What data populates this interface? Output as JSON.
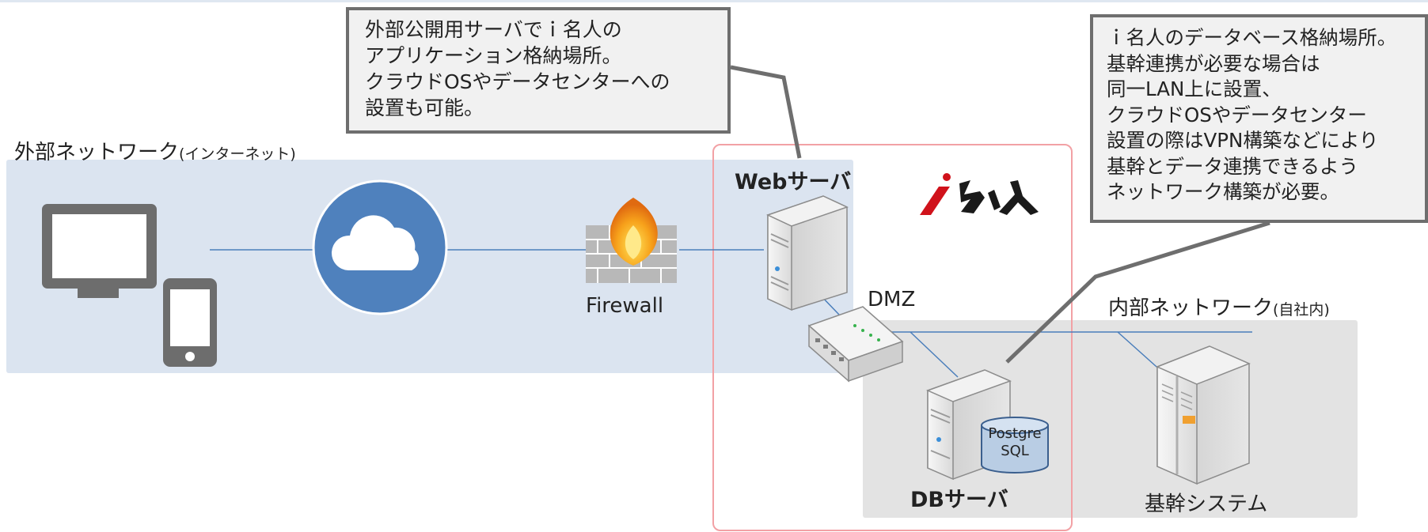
{
  "zones": {
    "external_network": "外部ネットワーク",
    "external_network_sub": "(インターネット)",
    "internal_network": "内部ネットワーク",
    "internal_network_sub": "(自社内)",
    "dmz": "DMZ"
  },
  "nodes": {
    "firewall": "Firewall",
    "web_server": "Webサーバ",
    "db_server": "DBサーバ",
    "core_system": "基幹システム",
    "postgresql_line1": "Postgre",
    "postgresql_line2": "SQL"
  },
  "logo": {
    "text": "i名人",
    "color": "#d0121b"
  },
  "callouts": {
    "web": "外部公開用サーバでｉ名人の\nアプリケーション格納場所。\nクラウドOSやデータセンターへの\n設置も可能。",
    "db": "ｉ名人のデータベース格納場所。\n基幹連携が必要な場合は\n同一LAN上に設置、\nクラウドOSやデータセンター\n設置の際はVPN構築などにより\n基幹とデータ連携できるよう\nネットワーク構築が必要。"
  },
  "icons": [
    "monitor-icon",
    "smartphone-icon",
    "cloud-icon",
    "firewall-icon",
    "server-icon",
    "switch-icon",
    "database-icon"
  ],
  "colors": {
    "external_zone": "#dbe4f0",
    "internal_zone": "#e3e3e3",
    "imeijin_frame": "#f2a1a5",
    "cloud_circle": "#4f81bd",
    "network_line": "#4a7ebb",
    "callout_border": "#6e6e6e"
  }
}
